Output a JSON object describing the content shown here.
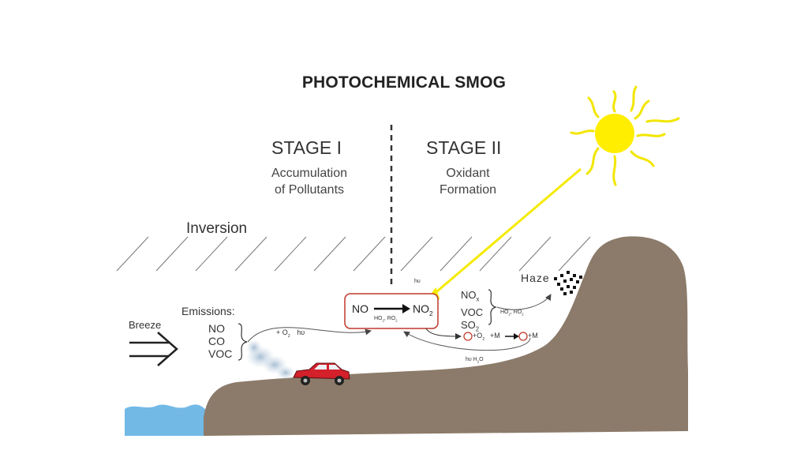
{
  "title": "PHOTOCHEMICAL SMOG",
  "stage1": {
    "label": "STAGE I",
    "line1": "Accumulation",
    "line2": "of Pollutants"
  },
  "stage2": {
    "label": "STAGE II",
    "line1": "Oxidant",
    "line2": "Formation"
  },
  "inversion": "Inversion",
  "breeze": "Breeze",
  "emissions": {
    "label": "Emissions:",
    "items": [
      "NO",
      "CO",
      "VOC"
    ]
  },
  "reaction1": {
    "conditions": "+ O",
    "conditions_sub": "2",
    "light": "hυ"
  },
  "box": {
    "reactant": "NO",
    "product": "NO",
    "product_sub": "2",
    "catalysts": "HO",
    "catalysts_2": "2",
    "catalysts_3": ", RO",
    "catalysts_4": "2",
    "light": "hυ"
  },
  "pollutants": {
    "items": [
      "NO",
      "VOC",
      "SO"
    ],
    "nox_sub": "x",
    "so_sub": "2",
    "conditions": "HO",
    "conditions_2": "2",
    "conditions_3": ", RO",
    "conditions_4": "2"
  },
  "haze": "Haze",
  "ozone_reaction": {
    "p1": "+O",
    "p1_sub": "2",
    "p2": "+M",
    "p3": "+M"
  },
  "return_conditions": "hυ  H",
  "return_conditions_2": "2",
  "return_conditions_3": "O",
  "colors": {
    "sun": "#ffee00",
    "sun_ray": "#f2e600",
    "ground": "#8c7a69",
    "water": "#6fb8e6",
    "car": "#d3202a",
    "box_border": "#c0392b",
    "arrow_red": "#c0392b"
  }
}
